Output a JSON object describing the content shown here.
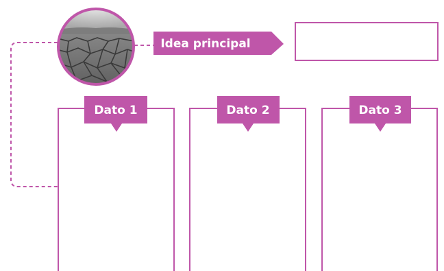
{
  "colors": {
    "accent": "#bf56a9",
    "label_text": "#ffffff",
    "background": "#ffffff"
  },
  "image": {
    "icon": "cracked-dry-earth-photo"
  },
  "main_idea": {
    "label": "Idea principal",
    "answer": ""
  },
  "facts": [
    {
      "label": "Dato 1",
      "answer": ""
    },
    {
      "label": "Dato 2",
      "answer": ""
    },
    {
      "label": "Dato 3",
      "answer": ""
    }
  ]
}
